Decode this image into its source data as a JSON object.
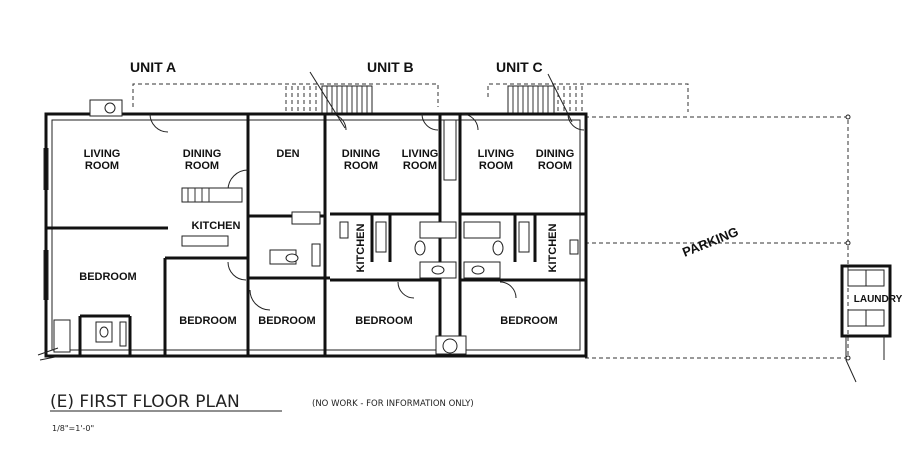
{
  "units": {
    "a": "UNIT A",
    "b": "UNIT B",
    "c": "UNIT C"
  },
  "rooms": {
    "a_living_1": "LIVING",
    "a_living_2": "ROOM",
    "a_dining_1": "DINING",
    "a_dining_2": "ROOM",
    "den": "DEN",
    "a_kitchen": "KITCHEN",
    "a_bedroom_1": "BEDROOM",
    "a_bedroom_2": "BEDROOM",
    "a_bedroom_3": "BEDROOM",
    "b_dining_1": "DINING",
    "b_dining_2": "ROOM",
    "b_living_1": "LIVING",
    "b_living_2": "ROOM",
    "b_kitchen": "KITCHEN",
    "b_bedroom": "BEDROOM",
    "c_living_1": "LIVING",
    "c_living_2": "ROOM",
    "c_dining_1": "DINING",
    "c_dining_2": "ROOM",
    "c_kitchen": "KITCHEN",
    "c_bedroom": "BEDROOM",
    "parking": "PARKING",
    "laundry": "LAUNDRY"
  },
  "title": {
    "main": "(E) FIRST FLOOR PLAN",
    "note": "(NO WORK - FOR INFORMATION ONLY)",
    "scale": "1/8\"=1'-0\""
  }
}
